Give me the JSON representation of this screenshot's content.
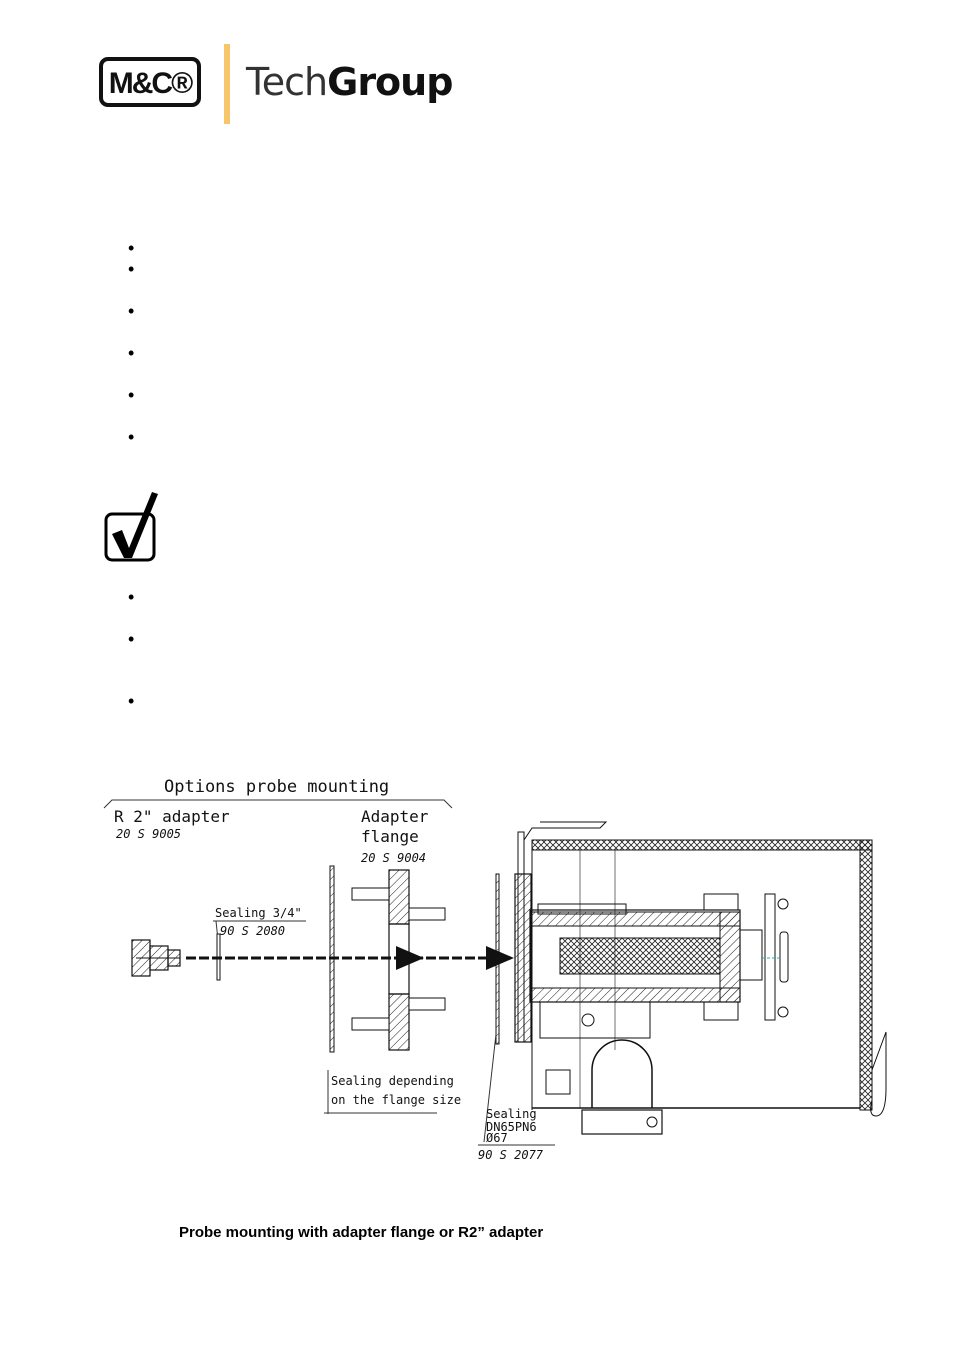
{
  "logo": {
    "mark_text": "M&C®",
    "brand_light": "Tech",
    "brand_bold": "Group",
    "accent_color": "#f7c66a"
  },
  "icons": {
    "check": "checkbox-checked-icon",
    "bullet": "bullet-icon"
  },
  "drawing": {
    "title": "Options probe mounting",
    "r2_adapter_label": "R 2\" adapter",
    "r2_adapter_part": "20 S 9005",
    "adapter_flange_label_1": "Adapter",
    "adapter_flange_label_2": "flange",
    "adapter_flange_part": "20 S 9004",
    "sealing34_label": "Sealing 3/4\"",
    "sealing34_part": "90 S 2080",
    "sealing_depending_1": "Sealing depending",
    "sealing_depending_2": "on the flange size",
    "sealing_dn_1": "Sealing",
    "sealing_dn_2": "DN65PN6",
    "sealing_dn_3": "Ø67",
    "sealing_dn_part": "90 S 2077"
  },
  "caption": "Probe mounting with adapter flange or R2” adapter"
}
